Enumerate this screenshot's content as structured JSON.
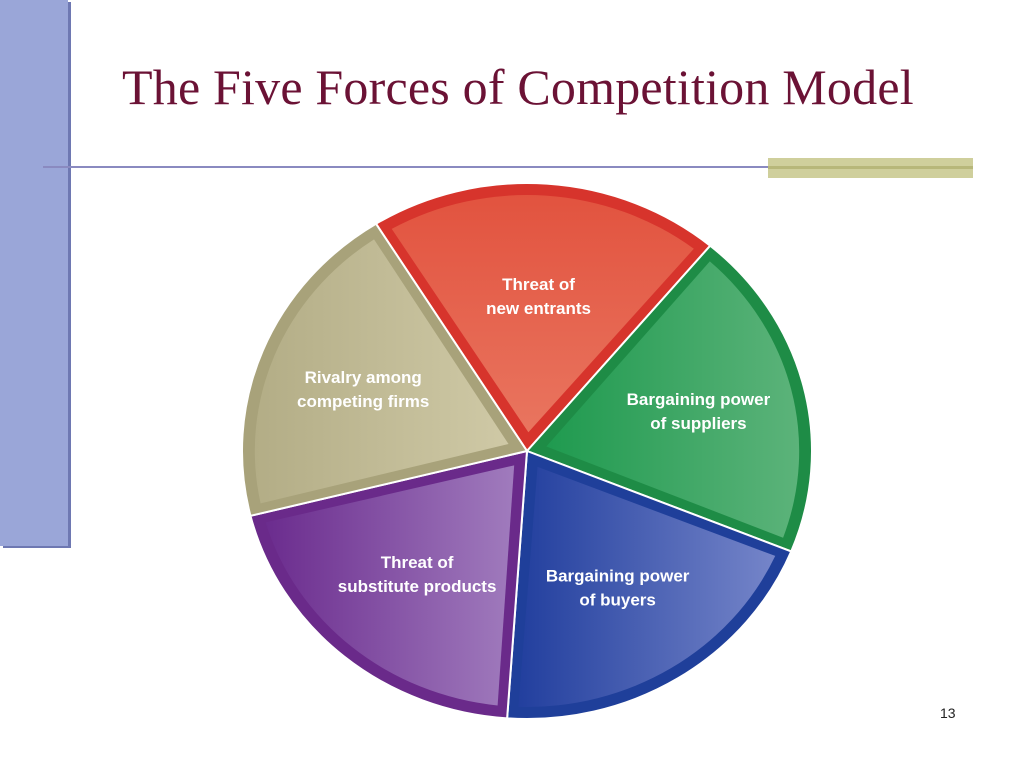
{
  "slide": {
    "title": "The Five Forces of Competition Model",
    "page_number": "13"
  },
  "diagram": {
    "forces": [
      {
        "id": "new-entrants",
        "lines": [
          "Threat of",
          "new entrants"
        ],
        "color": "#d7342c"
      },
      {
        "id": "suppliers",
        "lines": [
          "Bargaining power",
          "of suppliers"
        ],
        "color": "#1e8c46"
      },
      {
        "id": "buyers",
        "lines": [
          "Bargaining power",
          "of buyers"
        ],
        "color": "#1f3f9a"
      },
      {
        "id": "substitutes",
        "lines": [
          "Threat of",
          "substitute products"
        ],
        "color": "#6a2a8a"
      },
      {
        "id": "rivalry",
        "lines": [
          "Rivalry among",
          "competing firms"
        ],
        "color": "#a8a27a"
      }
    ]
  },
  "colors": {
    "title": "#6b1235",
    "sidebar": "#9aa6d8",
    "rule": "#8a8ac0",
    "accent": "#cfcf9c"
  }
}
